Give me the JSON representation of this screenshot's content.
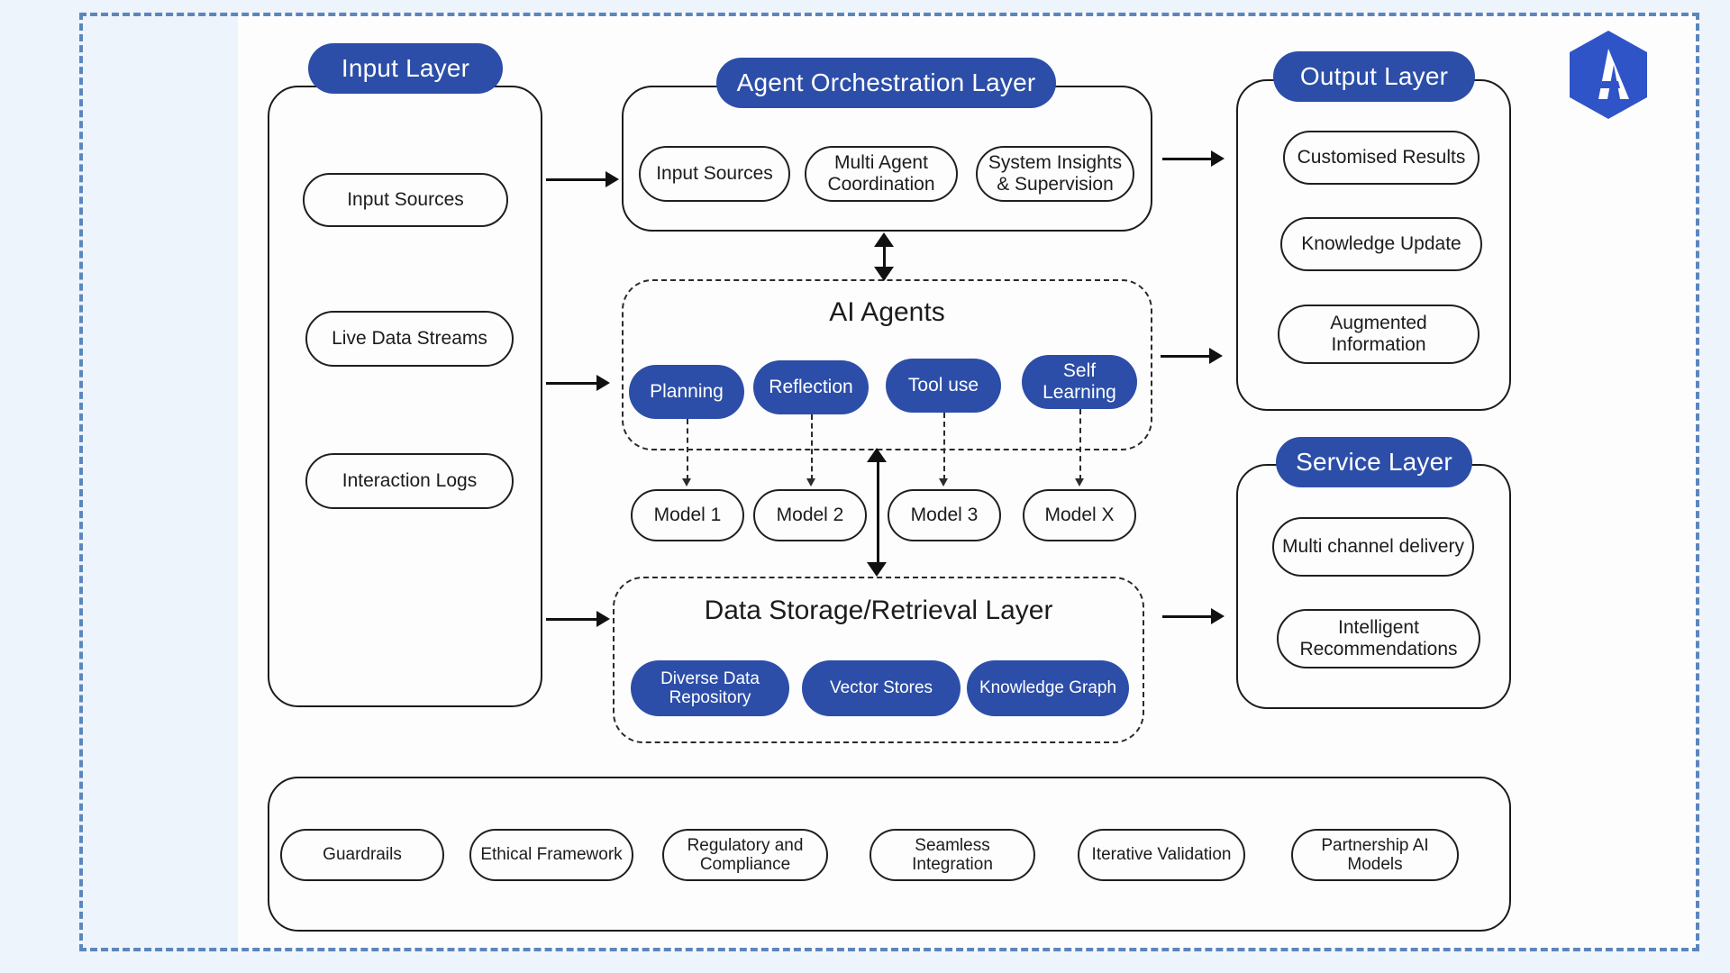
{
  "theme": {
    "accent_blue": "#2c4ea8",
    "frame_dash_blue": "#5c86bd",
    "page_background": "#eef4fb",
    "panel_background": "#fdfdfd",
    "stroke": "#1b1b1b"
  },
  "logo": {
    "name": "company-logo",
    "glyph": "A",
    "shape": "hexagon",
    "color": "#2f54c8"
  },
  "layers": {
    "input": {
      "title": "Input Layer",
      "items": [
        {
          "label": "Input Sources"
        },
        {
          "label": "Live Data Streams"
        },
        {
          "label": "Interaction Logs"
        }
      ]
    },
    "orchestration": {
      "title": "Agent Orchestration Layer",
      "items": [
        {
          "label": "Input Sources"
        },
        {
          "label": "Multi Agent Coordination"
        },
        {
          "label": "System Insights & Supervision"
        }
      ]
    },
    "ai_agents": {
      "title": "AI Agents",
      "agents": [
        {
          "label": "Planning"
        },
        {
          "label": "Reflection"
        },
        {
          "label": "Tool use"
        },
        {
          "label": "Self Learning"
        }
      ],
      "models": [
        {
          "label": "Model 1"
        },
        {
          "label": "Model 2"
        },
        {
          "label": "Model 3"
        },
        {
          "label": "Model X"
        }
      ]
    },
    "data_storage": {
      "title": "Data Storage/Retrieval Layer",
      "items": [
        {
          "label": "Diverse Data Repository"
        },
        {
          "label": "Vector Stores"
        },
        {
          "label": "Knowledge Graph"
        }
      ]
    },
    "output": {
      "title": "Output Layer",
      "items": [
        {
          "label": "Customised Results"
        },
        {
          "label": "Knowledge Update"
        },
        {
          "label": "Augmented Information"
        }
      ]
    },
    "service": {
      "title": "Service Layer",
      "items": [
        {
          "label": "Multi channel delivery"
        },
        {
          "label": "Intelligent Recommendations"
        }
      ]
    },
    "governance": {
      "items": [
        {
          "label": "Guardrails"
        },
        {
          "label": "Ethical Framework"
        },
        {
          "label": "Regulatory and Compliance"
        },
        {
          "label": "Seamless Integration"
        },
        {
          "label": "Iterative Validation"
        },
        {
          "label": "Partnership AI Models"
        }
      ]
    }
  }
}
